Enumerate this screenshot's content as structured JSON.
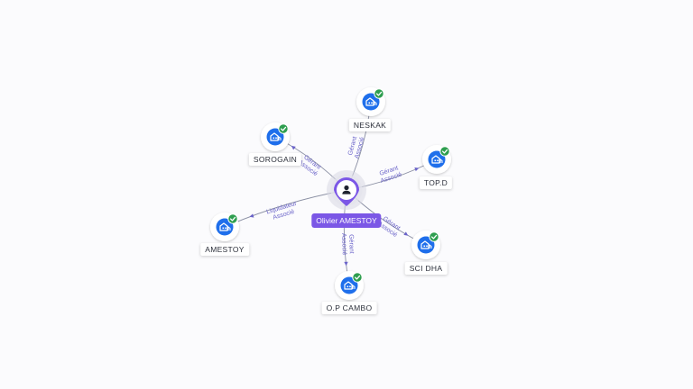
{
  "center": {
    "name": "Olivier AMESTOY",
    "icon": "person-icon"
  },
  "nodes": [
    {
      "id": "neskak",
      "name": "NESKAK",
      "icon": "building-icon",
      "status": "verified",
      "roles": [
        "Gérant",
        "Associé"
      ]
    },
    {
      "id": "sorogain",
      "name": "SOROGAIN",
      "icon": "building-icon",
      "status": "verified",
      "roles": [
        "Gérant",
        "Associé"
      ]
    },
    {
      "id": "topd",
      "name": "TOP.D",
      "icon": "building-icon",
      "status": "verified",
      "roles": [
        "Gérant",
        "Associé"
      ]
    },
    {
      "id": "amestoy",
      "name": "AMESTOY",
      "icon": "building-icon",
      "status": "verified",
      "roles": [
        "Liquidateur",
        "Associé"
      ]
    },
    {
      "id": "scidha",
      "name": "SCI DHA",
      "icon": "building-icon",
      "status": "verified",
      "roles": [
        "Gérant",
        "Associé"
      ]
    },
    {
      "id": "opcambo",
      "name": "O.P CAMBO",
      "icon": "building-icon",
      "status": "verified",
      "roles": [
        "Gérant",
        "Associé"
      ]
    }
  ],
  "colors": {
    "accent": "#7b57e6",
    "building": "#1f6feb",
    "check": "#2e9e4f",
    "edge": "#8a8fa3",
    "edge_label": "#6a63c9"
  }
}
